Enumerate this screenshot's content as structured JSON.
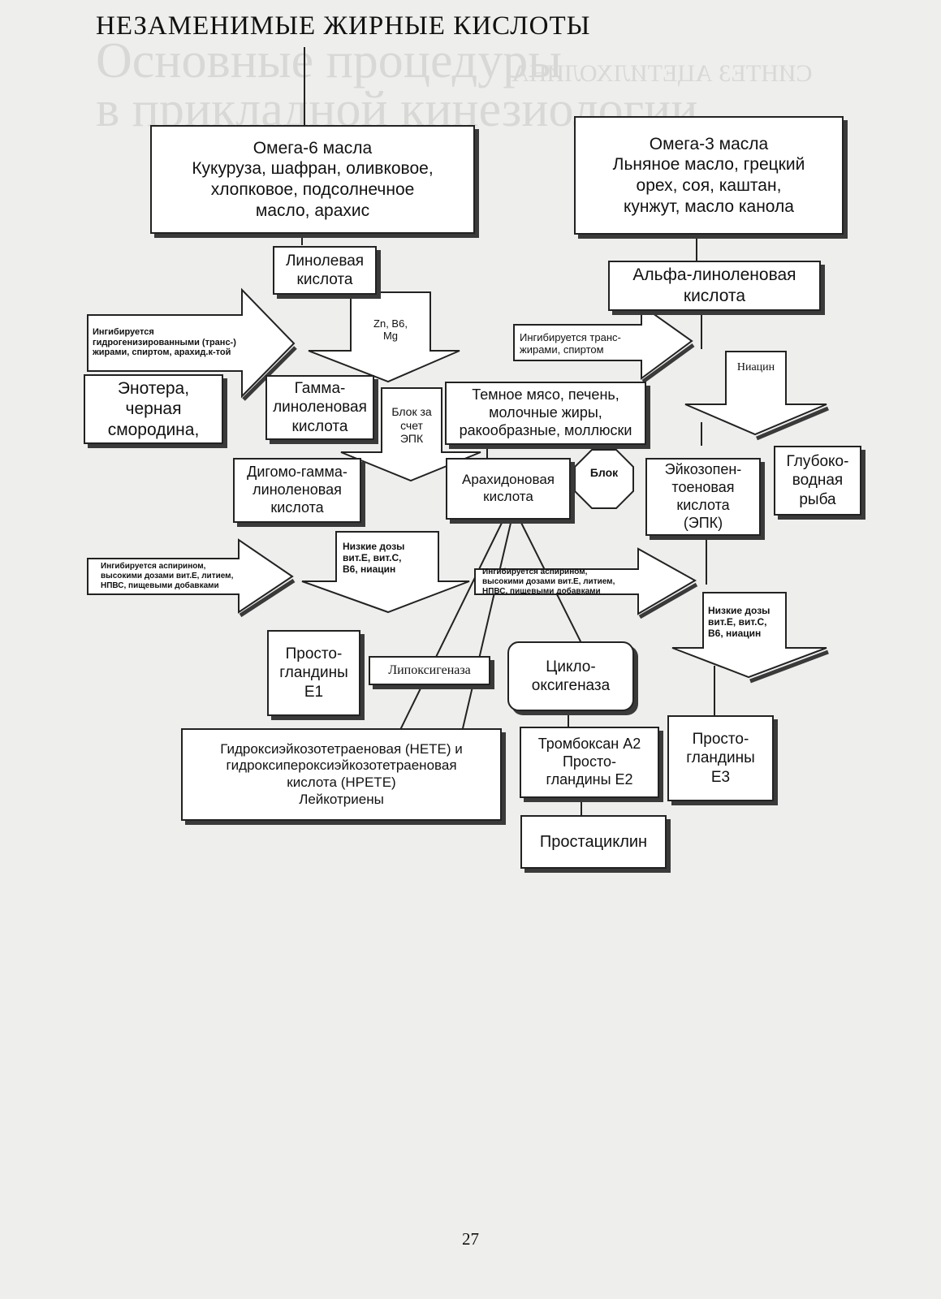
{
  "title": "НЕЗАМЕНИМЫЕ ЖИРНЫЕ КИСЛОТЫ",
  "page_number": "27",
  "background_text": {
    "line1": "Основные процедуры",
    "line2": "в прикладной кинезиологии",
    "mirrored": "СИНТЕЗ АЦЕТИЛХОЛИНА"
  },
  "nodes": {
    "omega6": "Омега-6 масла\nКукуруза, шафран, оливковое,\nхлопковое, подсолнечное\nмасло, арахис",
    "omega3": "Омега-3 масла\nЛьняное масло, грецкий\nорех, соя, каштан,\nкунжут, масло канола",
    "linoleic": "Линолевая\nкислота",
    "alpha_linolenic": "Альфа-линоленовая\nкислота",
    "evening_primrose": "Энотера,\nчерная\nсмородина,",
    "gla": "Гамма-\nлиноленовая\nкислота",
    "meat": "Темное мясо, печень,\nмолочные жиры,\nракообразные, моллюски",
    "dgla": "Дигомо-гамма-\nлиноленовая\nкислота",
    "arachidonic": "Арахидоновая\nкислота",
    "epa": "Эйкозопен-\nтоеновая\nкислота\n(ЭПК)",
    "deep_fish": "Глубоко-\nводная\nрыба",
    "pge1": "Просто-\nгландины\nЕ1",
    "cyclooxygenase": "Цикло-\nоксигеназа",
    "hete": "Гидроксиэйкозотетраеновая (НЕТЕ) и\nгидроксипероксиэйкозотетраеновая\nкислота (НРЕТЕ)\nЛейкотриены",
    "thromboxane": "Тромбоксан А2\nПросто-\nгландины Е2",
    "pge3": "Просто-\nгландины\nЕ3",
    "prostacyclin": "Простациклин"
  },
  "labels": {
    "inhibit_hydro": "Ингибируется\nгидрогенизированными (транс-)\nжирами, спиртом, арахид.к-той",
    "zn_b6_mg": "Zn, B6,\nMg",
    "inhibit_trans": "Ингибируется транс-\nжирами, спиртом",
    "niacin": "Ниацин",
    "block_epa": "Блок за\nсчет\nЭПК",
    "block": "Блок",
    "low_doses_left": "Низкие дозы\nвит.Е, вит.С,\nВ6, ниацин",
    "inhibit_aspirin_left": "Ингибируется аспирином,\nвысокими дозами вит.Е, литием,\nНПВС, пищевыми добавками",
    "inhibit_aspirin_mid": "Ингибируется аспирином,\nвысокими дозами вит.Е, литием,\nНПВС, пищевыми добавками",
    "low_doses_right": "Низкие дозы\nвит.Е, вит.С,\nВ6, ниацин",
    "lipoxygenase": "Липоксигеназа"
  }
}
